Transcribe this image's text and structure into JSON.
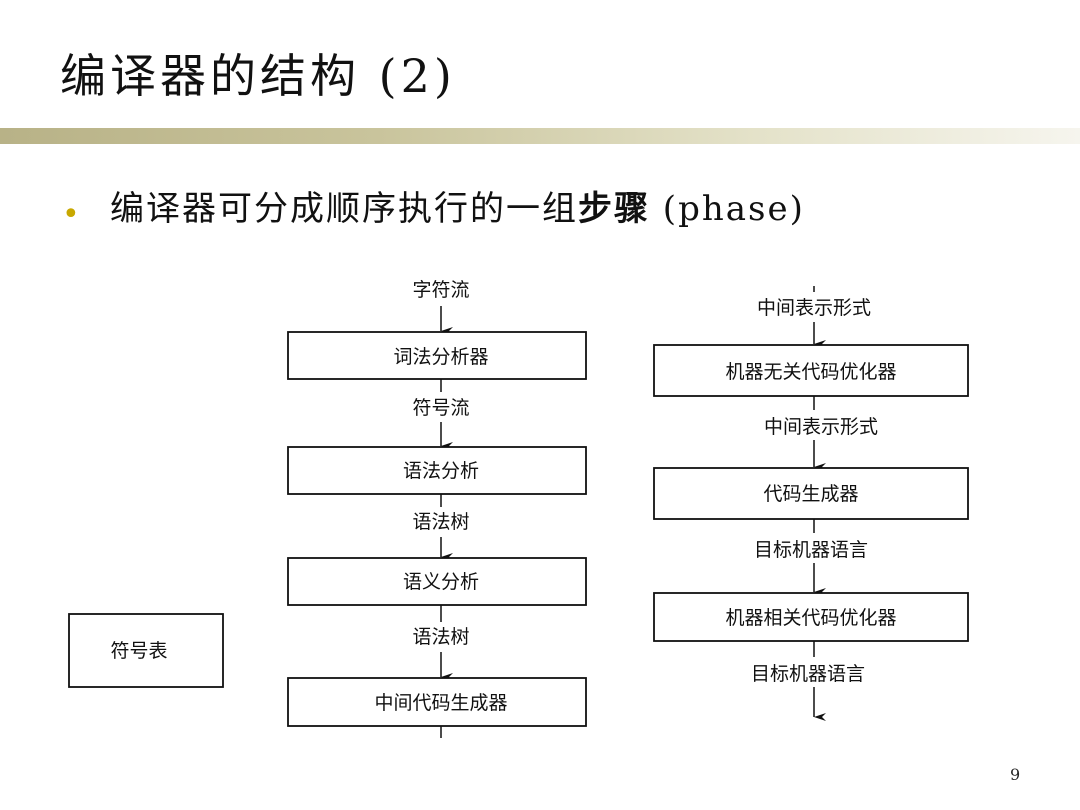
{
  "slide": {
    "title": "编译器的结构 (2)",
    "bullet": {
      "text_before": "编译器可分成顺序执行的一组",
      "text_bold": "步骤",
      "text_after": " (phase)"
    },
    "page_number": "9"
  },
  "diagram": {
    "left_column": {
      "input_label": "字符流",
      "stages": [
        {
          "box": "词法分析器",
          "output": "符号流"
        },
        {
          "box": "语法分析",
          "output": "语法树"
        },
        {
          "box": "语义分析",
          "output": "语法树"
        },
        {
          "box": "中间代码生成器",
          "output": ""
        }
      ]
    },
    "right_column": {
      "input_label": "中间表示形式",
      "stages": [
        {
          "box": "机器无关代码优化器",
          "output": "中间表示形式"
        },
        {
          "box": "代码生成器",
          "output": "目标机器语言"
        },
        {
          "box": "机器相关代码优化器",
          "output": "目标机器语言"
        }
      ]
    },
    "symbol_table": "符号表"
  }
}
